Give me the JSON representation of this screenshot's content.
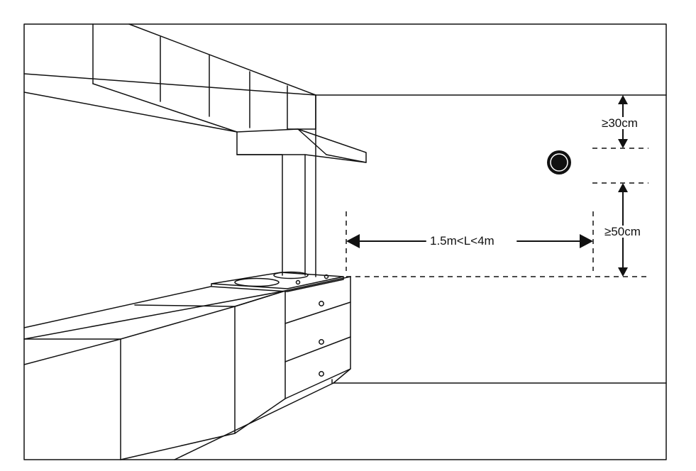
{
  "labels": {
    "top_clearance": "≥30cm",
    "side_clearance": "≥50cm",
    "distance_range": "1.5m<L<4m"
  },
  "colors": {
    "line": "#111111",
    "background": "#ffffff"
  },
  "icons": {
    "detector": "round-detector"
  }
}
